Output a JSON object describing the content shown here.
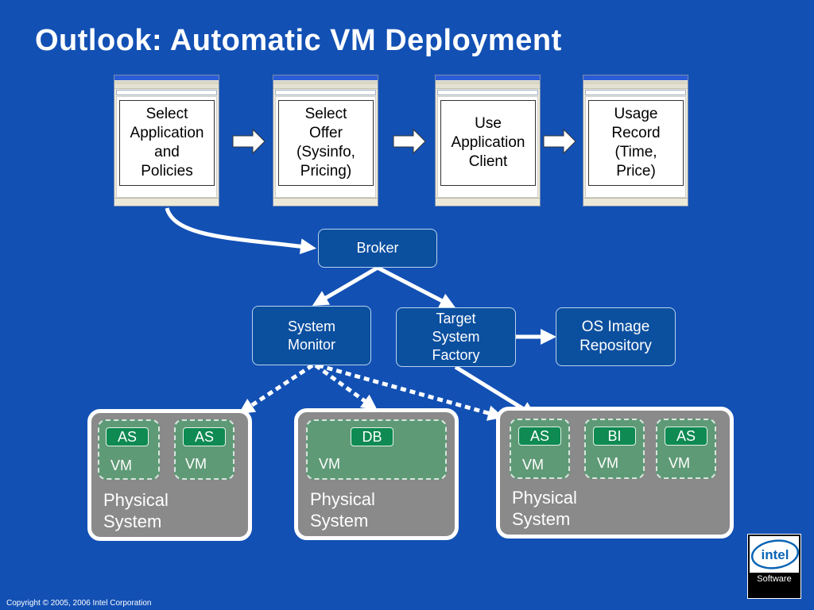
{
  "title": "Outlook: Automatic VM Deployment",
  "steps": [
    {
      "label": "Select\nApplication\nand\nPolicies"
    },
    {
      "label": "Select\nOffer\n(Sysinfo,\nPricing)"
    },
    {
      "label": "Use\nApplication\nClient"
    },
    {
      "label": "Usage\nRecord\n(Time,\nPrice)"
    }
  ],
  "nodes": {
    "broker": "Broker",
    "system_monitor": "System\nMonitor",
    "target_factory": "Target\nSystem\nFactory",
    "os_image_repo": "OS Image\nRepository"
  },
  "physical_systems": [
    {
      "label": "Physical\nSystem",
      "vms": [
        {
          "app": "AS",
          "vm": "VM"
        },
        {
          "app": "AS",
          "vm": "VM"
        }
      ]
    },
    {
      "label": "Physical\nSystem",
      "vms": [
        {
          "app": "DB",
          "vm": "VM"
        }
      ]
    },
    {
      "label": "Physical\nSystem",
      "vms": [
        {
          "app": "AS",
          "vm": "VM"
        },
        {
          "app": "BI",
          "vm": "VM"
        },
        {
          "app": "AS",
          "vm": "VM"
        }
      ]
    }
  ],
  "footer": {
    "copyright": "Copyright © 2005, 2006 Intel Corporation",
    "logo_text": "intel",
    "logo_subtext": "Software"
  },
  "colors": {
    "background": "#1250b4",
    "node_fill": "#0b4f9f",
    "physical_fill": "#8a8a8a",
    "vm_fill": "#5f9a76",
    "app_badge": "#0e8a52"
  }
}
